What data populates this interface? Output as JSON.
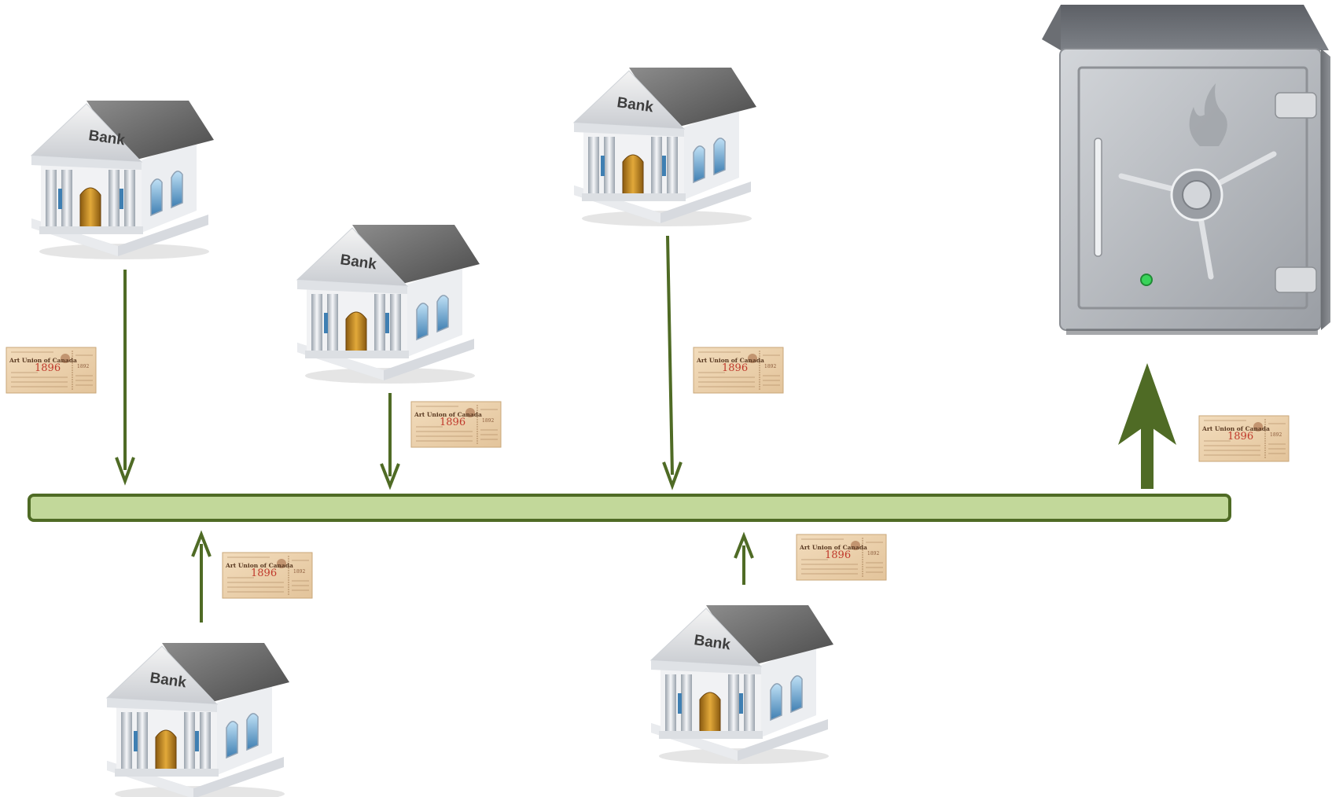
{
  "banks": [
    {
      "id": "bank-1",
      "label": "Bank"
    },
    {
      "id": "bank-2",
      "label": "Bank"
    },
    {
      "id": "bank-3",
      "label": "Bank"
    },
    {
      "id": "bank-4",
      "label": "Bank"
    },
    {
      "id": "bank-5",
      "label": "Bank"
    }
  ],
  "certificates": [
    {
      "title": "Art Union of Canada",
      "year": "1896",
      "stamp": "1892"
    },
    {
      "title": "Art Union of Canada",
      "year": "1896",
      "stamp": "1892"
    },
    {
      "title": "Art Union of Canada",
      "year": "1896",
      "stamp": "1892"
    },
    {
      "title": "Art Union of Canada",
      "year": "1896",
      "stamp": "1892"
    },
    {
      "title": "Art Union of Canada",
      "year": "1896",
      "stamp": "1892"
    },
    {
      "title": "Art Union of Canada",
      "year": "1896",
      "stamp": "1892"
    }
  ],
  "colors": {
    "arrow": "#4f6b25",
    "bar_fill": "#c2d89a",
    "bar_stroke": "#4f6b25",
    "safe_body": "#b5b8bd",
    "certificate_paper": "#ecd3b0"
  },
  "icons": [
    "bank-icon",
    "certificate-icon",
    "safe-icon",
    "arrow-down-icon",
    "arrow-up-icon"
  ]
}
